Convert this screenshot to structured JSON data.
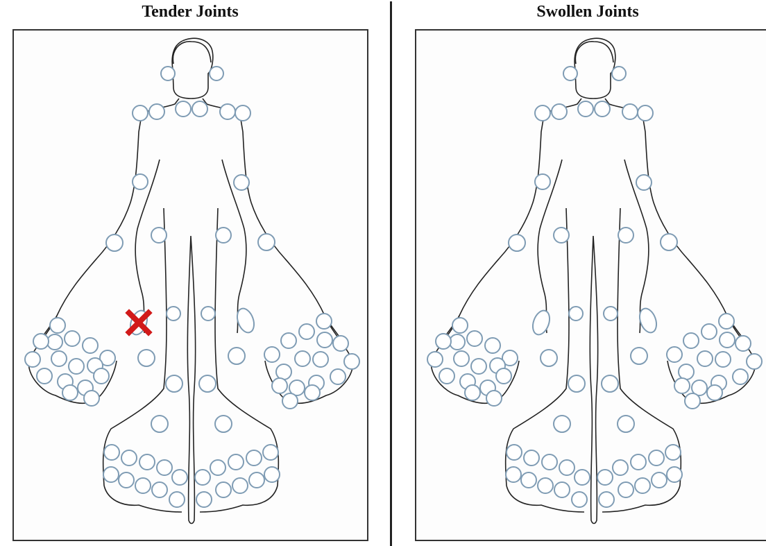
{
  "panels": [
    {
      "id": "tender",
      "title": "Tender Joints",
      "marked_joints": [
        "right-wrist"
      ]
    },
    {
      "id": "swollen",
      "title": "Swollen Joints",
      "marked_joints": []
    }
  ],
  "colors": {
    "outline": "#222222",
    "joint_stroke": "#7f9cb4",
    "mark": "#d11a1a"
  },
  "icons": {
    "mark": "x-mark-icon"
  }
}
